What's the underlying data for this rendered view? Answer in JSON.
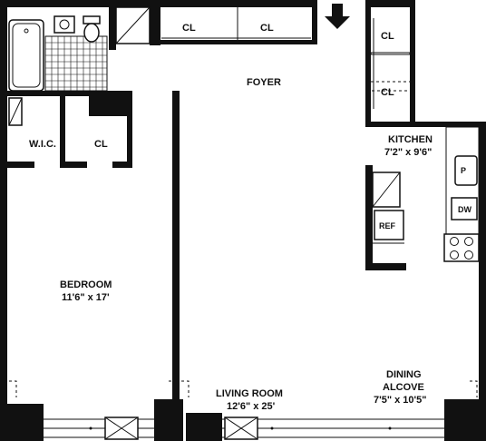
{
  "rooms": {
    "foyer": {
      "name": "FOYER"
    },
    "closet_top_left": {
      "name": "CL"
    },
    "closet_top_right": {
      "name": "CL"
    },
    "closet_right_upper": {
      "name": "CL"
    },
    "closet_right_lower": {
      "name": "CL"
    },
    "wic": {
      "name": "W.I.C."
    },
    "closet_bedroom": {
      "name": "CL"
    },
    "kitchen": {
      "name": "KITCHEN",
      "size": "7'2\" x 9'6\""
    },
    "bedroom": {
      "name": "BEDROOM",
      "size": "11'6\" x 17'"
    },
    "living_room": {
      "name": "LIVING ROOM",
      "size": "12'6\" x 25'"
    },
    "dining": {
      "name": "DINING",
      "name2": "ALCOVE",
      "size": "7'5\" x 10'5\""
    }
  },
  "appliances": {
    "dishwasher": "DW",
    "refrigerator": "REF",
    "sink_mark": "P"
  },
  "icons": [
    "entry-arrow-icon",
    "bathtub-icon",
    "toilet-icon",
    "sink-icon",
    "stove-icon",
    "window-unit-icon"
  ],
  "colors": {
    "wall": "#111111",
    "background": "#ffffff"
  }
}
